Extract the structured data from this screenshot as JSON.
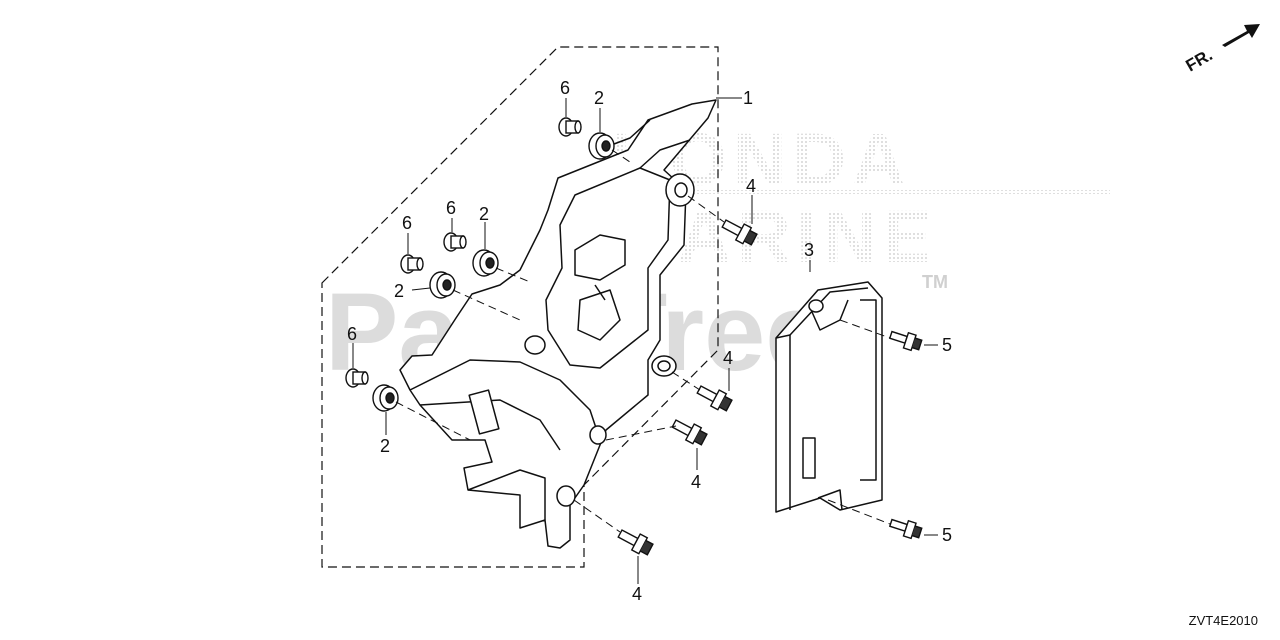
{
  "diagram": {
    "drawing_code": "ZVT4E2010",
    "orientation_marker": "FR.",
    "watermark": {
      "brand_line1": "HONDA",
      "brand_line2": "MARINE",
      "site": "PartsTree",
      "trademark": "TM"
    },
    "callouts": {
      "c1": "1",
      "c2a": "2",
      "c2b": "2",
      "c2c": "2",
      "c2d": "2",
      "c3": "3",
      "c4a": "4",
      "c4b": "4",
      "c4c": "4",
      "c4d": "4",
      "c5a": "5",
      "c5b": "5",
      "c6a": "6",
      "c6b": "6",
      "c6c": "6",
      "c6d": "6"
    }
  },
  "colors": {
    "line": "#111111",
    "watermark": "#d9d9d9",
    "background": "#ffffff"
  }
}
